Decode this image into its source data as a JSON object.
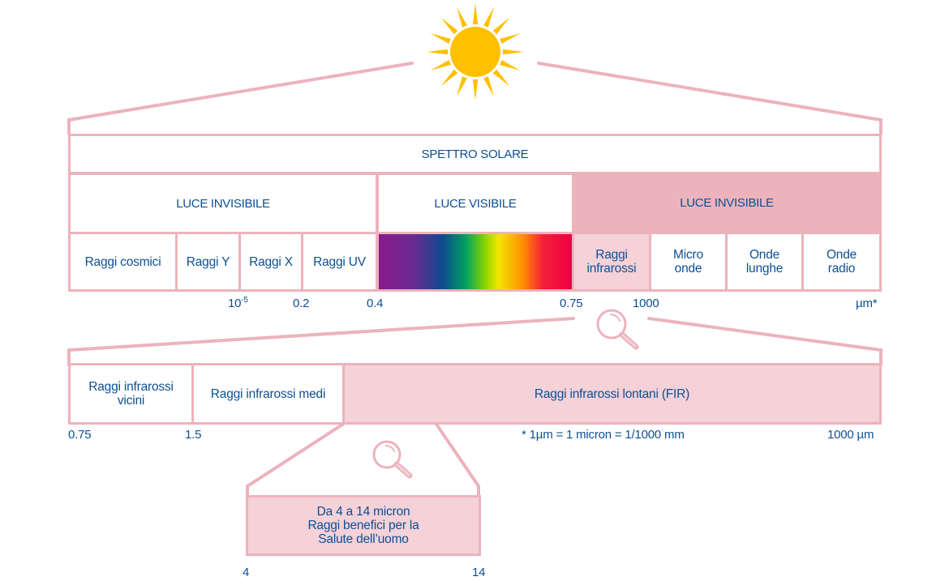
{
  "colors": {
    "outline": "#ecb3bc",
    "fill_dark": "#ecb3bc",
    "fill_light": "#f5d1d8",
    "text": "#0d4f94",
    "sun": "#ffc000"
  },
  "icons": {
    "sun": "sun-icon",
    "magnifier": "magnifying-glass-icon"
  },
  "spectrum": {
    "title": "SPETTRO SOLARE",
    "groups": [
      {
        "label": "LUCE INVISIBILE"
      },
      {
        "label": "LUCE VISIBILE"
      },
      {
        "label": "LUCE INVISIBILE"
      }
    ],
    "bands": [
      {
        "label": "Raggi cosmici"
      },
      {
        "label": "Raggi Y"
      },
      {
        "label": "Raggi X"
      },
      {
        "label": "Raggi UV"
      },
      {
        "label": ""
      },
      {
        "label_line1": "Raggi",
        "label_line2": "infrarossi"
      },
      {
        "label_line1": "Micro",
        "label_line2": "onde"
      },
      {
        "label_line1": "Onde",
        "label_line2": "lunghe"
      },
      {
        "label_line1": "Onde",
        "label_line2": "radio"
      }
    ],
    "ticks": {
      "t1_base": "10",
      "t1_exp": "-5",
      "t2": "0.2",
      "t3": "0.4",
      "t4": "0.75",
      "t5": "1000",
      "unit": "µm*"
    }
  },
  "infrared": {
    "bands": [
      {
        "label_line1": "Raggi infrarossi",
        "label_line2": "vicini"
      },
      {
        "label": "Raggi infrarossi medi"
      },
      {
        "label": "Raggi infrarossi lontani (FIR)"
      }
    ],
    "ticks": {
      "t1": "0.75",
      "t2": "1.5",
      "end": "1000 µm"
    },
    "footnote": "* 1µm = 1 micron = 1/1000 mm"
  },
  "fir_detail": {
    "line1": "Da 4 a 14 micron",
    "line2": "Raggi benefici per la",
    "line3": "Salute dell’uomo",
    "tick_start": "4",
    "tick_end": "14"
  }
}
